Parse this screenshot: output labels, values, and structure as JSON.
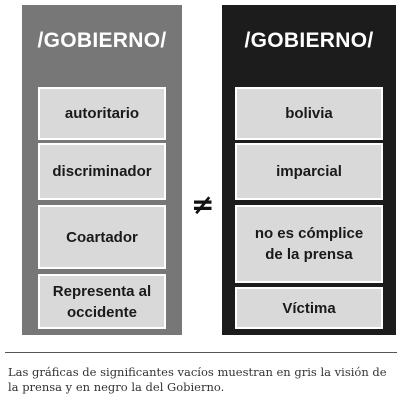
{
  "left_panel": {
    "title": "/GOBIERNO/",
    "items": [
      "autoritario",
      "discriminador",
      "Coartador",
      "Representa al occidente"
    ]
  },
  "right_panel": {
    "title": "/GOBIERNO/",
    "items": [
      "bolivia",
      "imparcial",
      "no es cómplice de la prensa",
      "Víctima"
    ]
  },
  "relation_symbol": "≠",
  "caption": "Las gráficas de significantes vacíos muestran en gris la visión de la prensa y en negro la del Gobierno.",
  "colors": {
    "left_panel": "#777777",
    "right_panel": "#1c1c1c",
    "box_fill": "#d9d9d9"
  }
}
